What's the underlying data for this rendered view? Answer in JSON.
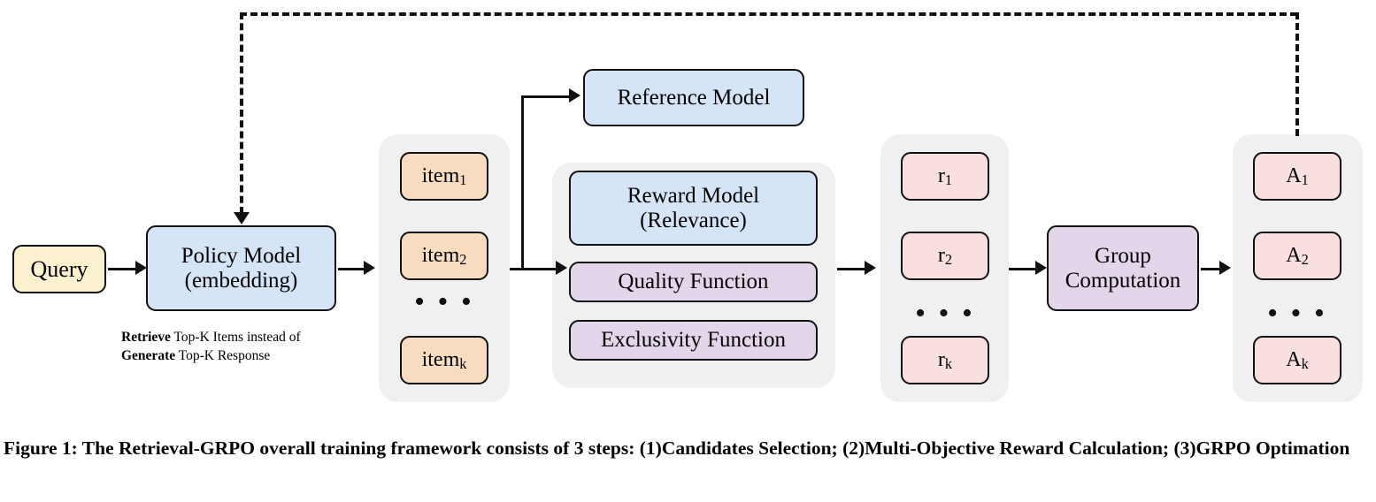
{
  "figure": {
    "caption": "Figure 1: The Retrieval-GRPO overall training framework consists of 3 steps: (1)Candidates Selection; (2)Multi-Objective Reward Calculation; (3)GRPO Optimation",
    "annotation": {
      "line1_bold": "Retrieve",
      "line1_rest": " Top-K Items instead of",
      "line2_bold": "Generate",
      "line2_rest": " Top-K Response"
    }
  },
  "nodes": {
    "query": {
      "label": "Query"
    },
    "policy_model": {
      "line1": "Policy Model",
      "line2": "(embedding)"
    },
    "reference_model": {
      "label": "Reference Model"
    },
    "reward_model": {
      "line1": "Reward Model",
      "line2": "(Relevance)"
    },
    "quality_function": {
      "label": "Quality Function"
    },
    "exclusivity_function": {
      "label": "Exclusivity Function"
    },
    "group_computation": {
      "line1": "Group",
      "line2": "Computation"
    }
  },
  "columns": {
    "items": {
      "entries": [
        {
          "base": "item",
          "sub": "1"
        },
        {
          "base": "item",
          "sub": "2"
        },
        {
          "base": "item",
          "sub": "k"
        }
      ],
      "ellipsis": "• • •"
    },
    "rewards": {
      "entries": [
        {
          "base": "r",
          "sub": "1"
        },
        {
          "base": "r",
          "sub": "2"
        },
        {
          "base": "r",
          "sub": "k"
        }
      ],
      "ellipsis": "• • •"
    },
    "advantages": {
      "entries": [
        {
          "base": "A",
          "sub": "1"
        },
        {
          "base": "A",
          "sub": "2"
        },
        {
          "base": "A",
          "sub": "k"
        }
      ],
      "ellipsis": "• • •"
    }
  },
  "colors": {
    "query": "#fcf1cf",
    "model_blue": "#d6e4f7",
    "item_orange": "#f8dcc0",
    "function_purple": "#e4d6ea",
    "reward_pink": "#f9dfdf",
    "group_grey": "#f0f0f0",
    "stroke": "#111111"
  }
}
